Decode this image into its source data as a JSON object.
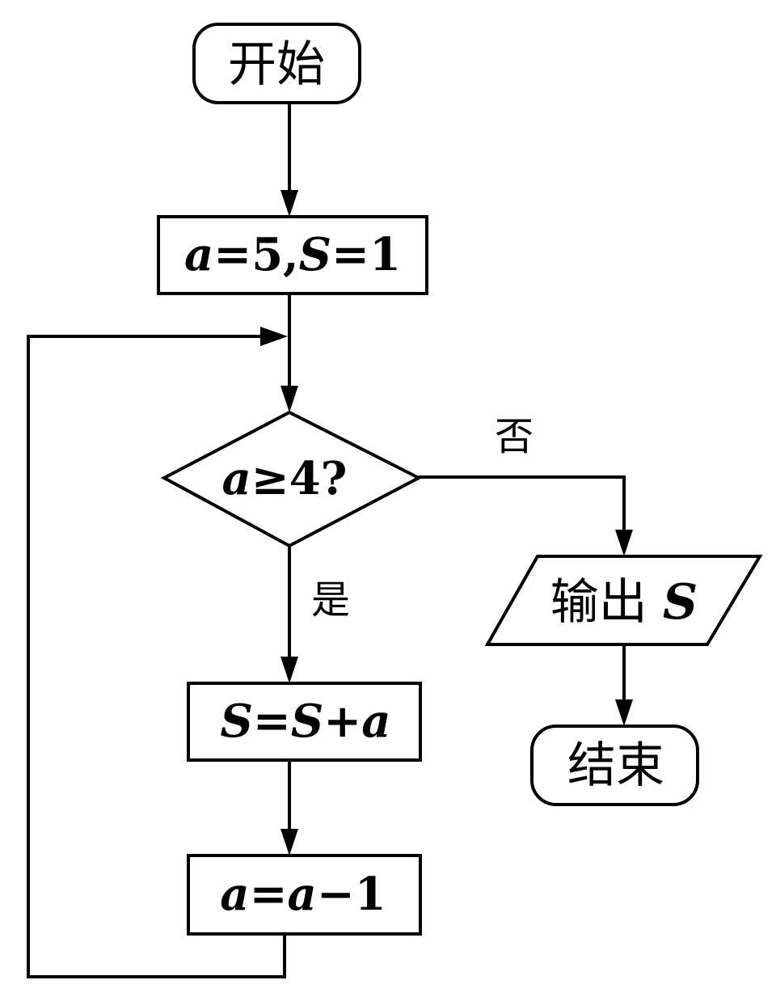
{
  "flowchart": {
    "start": {
      "label": "开始"
    },
    "init": {
      "label": "a=5,S=1"
    },
    "condition": {
      "label": "a≥4?"
    },
    "no_label": "否",
    "yes_label": "是",
    "output": {
      "label": "输出 S"
    },
    "end": {
      "label": "结束"
    },
    "accumulate": {
      "label": "S=S+a"
    },
    "decrement": {
      "label": "a=a−1"
    }
  }
}
